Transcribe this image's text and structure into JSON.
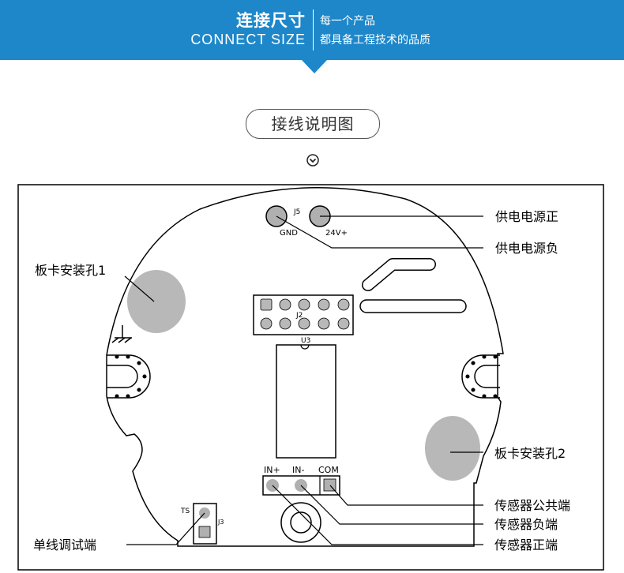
{
  "header": {
    "title_cn": "连接尺寸",
    "title_en": "CONNECT SIZE",
    "slogan_line1": "每一个产品",
    "slogan_line2": "都具备工程技术的品质",
    "brand_color": "#1d87c9"
  },
  "section": {
    "title": "接线说明图",
    "icon": "chevron-down-circle-icon"
  },
  "board": {
    "j5": "J5",
    "gnd": "GND",
    "v24": "24V+",
    "j2": "J2",
    "u3": "U3",
    "in_plus": "IN+",
    "in_minus": "IN-",
    "com": "COM",
    "ts": "TS",
    "j3": "J3"
  },
  "callouts": {
    "power_positive": "供电电源正",
    "power_negative": "供电电源负",
    "mount_hole_1": "板卡安装孔1",
    "mount_hole_2": "板卡安装孔2",
    "sensor_common": "传感器公共端",
    "sensor_negative": "传感器负端",
    "sensor_positive": "传感器正端",
    "single_wire_debug": "单线调试端"
  }
}
